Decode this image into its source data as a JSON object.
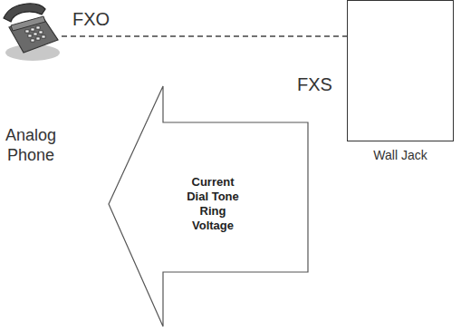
{
  "diagram": {
    "nodes": [
      {
        "text": [
          "Analog Phone"
        ]
      },
      {
        "text": [
          "Wall Jack"
        ]
      },
      {
        "text": [
          "Current Dial Tone Ring Voltage"
        ]
      }
    ],
    "edges": [
      {
        "from": 0,
        "to": 1,
        "arrow": "none"
      }
    ],
    "labels": [
      "FXO",
      "FXS"
    ]
  }
}
